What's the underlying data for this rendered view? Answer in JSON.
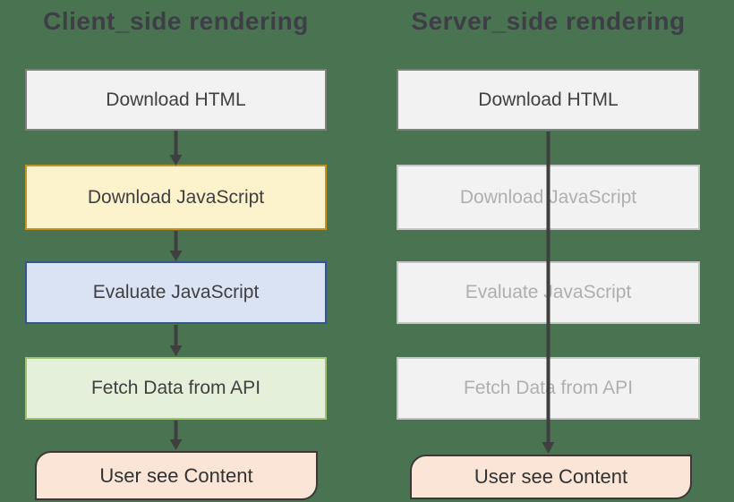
{
  "canvas": {
    "background": "#4A7351"
  },
  "arrow_color": "#3F3F3F",
  "client": {
    "title": "Client_side rendering",
    "title_color": "#3E3E47",
    "steps": [
      {
        "label": "Download HTML",
        "fill": "#F2F2F2",
        "border": "#7F7F7F",
        "text": "#404040"
      },
      {
        "label": "Download JavaScript",
        "fill": "#FCF2CC",
        "border": "#C29423",
        "text": "#404040"
      },
      {
        "label": "Evaluate JavaScript",
        "fill": "#DAE3F3",
        "border": "#33568F",
        "text": "#404040"
      },
      {
        "label": "Fetch Data from API",
        "fill": "#E5F0DB",
        "border": "#9CC474",
        "text": "#404040"
      }
    ],
    "terminal": {
      "label": "User see Content",
      "fill": "#FBE5D6",
      "border": "#3B3838",
      "text": "#323232"
    }
  },
  "server": {
    "title": "Server_side rendering",
    "title_color": "#3E3E47",
    "steps": [
      {
        "label": "Download HTML",
        "fill": "#F2F2F2",
        "border": "#7F7F7F",
        "text": "#404040"
      },
      {
        "label": "Download JavaScript",
        "fill": "#F2F2F2",
        "border": "#C6C6C6",
        "text": "#AFAFAF"
      },
      {
        "label": "Evaluate JavaScript",
        "fill": "#F2F2F2",
        "border": "#C6C6C6",
        "text": "#AFAFAF"
      },
      {
        "label": "Fetch Data from API",
        "fill": "#F2F2F2",
        "border": "#C6C6C6",
        "text": "#AFAFAF"
      }
    ],
    "terminal": {
      "label": "User see Content",
      "fill": "#FBE5D6",
      "border": "#3B3838",
      "text": "#323232"
    }
  }
}
